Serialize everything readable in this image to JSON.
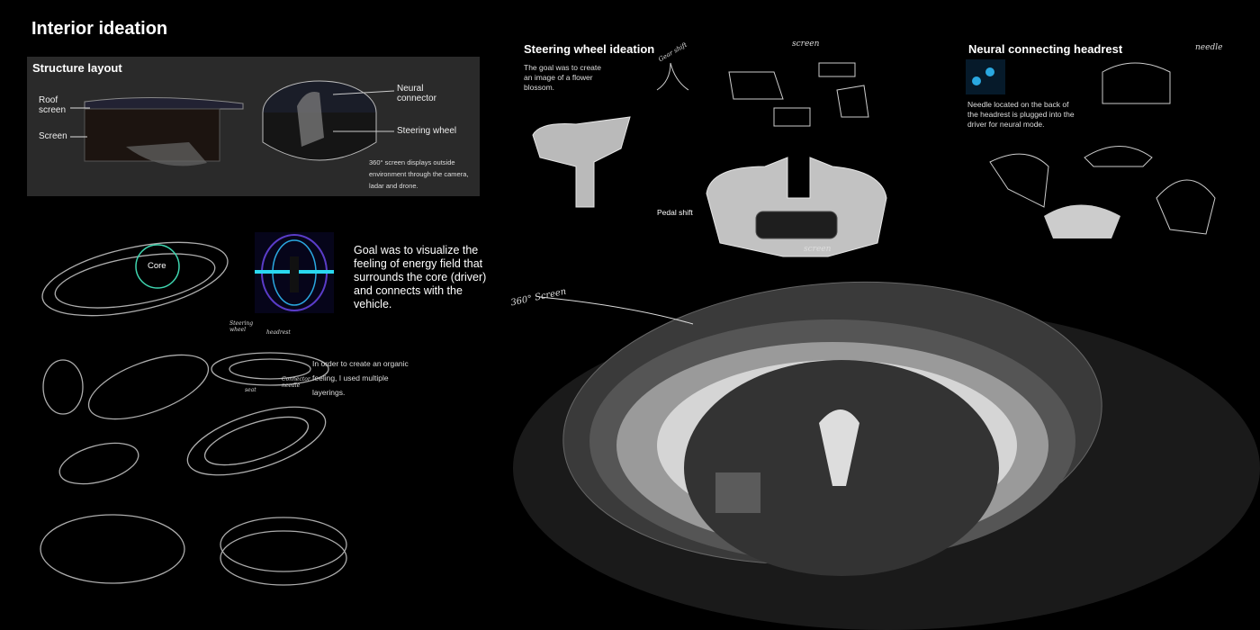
{
  "page_title": "Interior ideation",
  "structure": {
    "title": "Structure layout",
    "labels": {
      "roof_screen": "Roof screen",
      "screen": "Screen",
      "neural_connector": "Neural connector",
      "steering_wheel": "Steering wheel"
    },
    "note": "360° screen displays outside environment through the camera, ladar and drone."
  },
  "energy": {
    "core_label": "Core",
    "goal_text": "Goal was to visualize the feeling of energy field that surrounds the core (driver) and connects with the vehicle.",
    "organic_text": "In order to create an organic feeling, I used multiple layerings.",
    "sketch_labels": {
      "steering": "Steering wheel",
      "headrest": "headrest",
      "seat": "seat",
      "connector": "Connector needle"
    }
  },
  "steering": {
    "title": "Steering wheel ideation",
    "desc": "The goal was to create an image of a flower blossom.",
    "gear_shift": "Gear shift",
    "screen_top": "screen",
    "pedal_shift": "Pedal shift",
    "screen_bottom": "screen"
  },
  "headrest": {
    "title": "Neural connecting headrest",
    "desc": "Needle located on the back of the headrest is plugged into the driver for neural mode.",
    "needle": "needle"
  },
  "render": {
    "screen_label": "360° Screen"
  },
  "colors": {
    "background": "#000000",
    "panel": "#2a2a2a",
    "core_ring": "#3fd6b0",
    "neural_blue": "#2aa8e0",
    "energy_purple": "#5a3cc8"
  }
}
